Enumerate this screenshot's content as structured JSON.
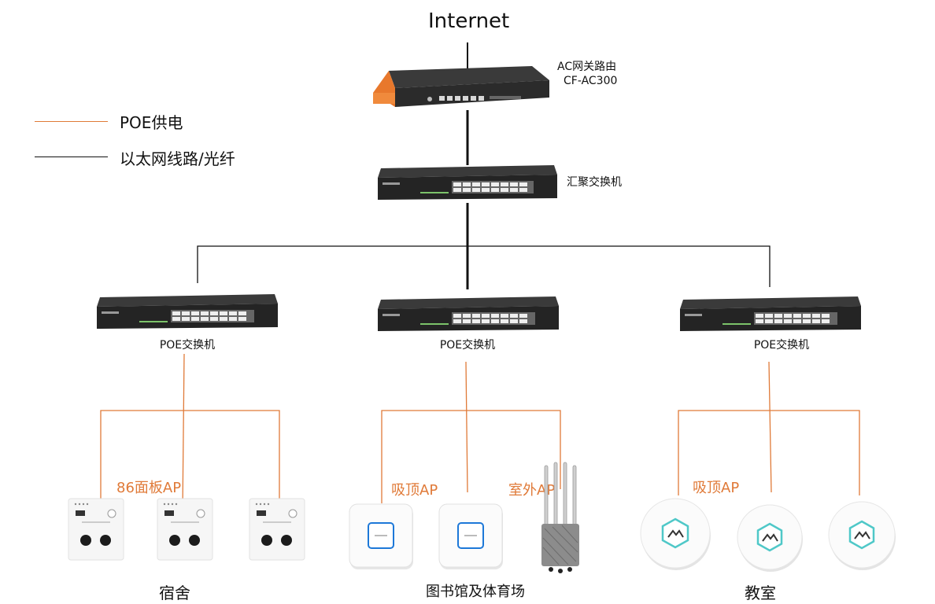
{
  "title": "Internet",
  "colors": {
    "ethernet": "#111111",
    "poe": "#e07a38"
  },
  "legend": {
    "poe": "POE供电",
    "ethernet": "以太网线路/光纤"
  },
  "gateway": {
    "line1": "AC网关路由",
    "line2": "CF-AC300"
  },
  "core_switch": {
    "label": "汇聚交换机"
  },
  "poe_switches": [
    {
      "label": "POE交换机"
    },
    {
      "label": "POE交换机"
    },
    {
      "label": "POE交换机"
    }
  ],
  "ap_labels": {
    "panel": "86面板AP",
    "ceiling_lib": "吸顶AP",
    "outdoor": "室外AP",
    "ceiling_class": "吸顶AP"
  },
  "areas": {
    "dorm": "宿舍",
    "library": "图书馆及体育场",
    "classroom": "教室"
  }
}
